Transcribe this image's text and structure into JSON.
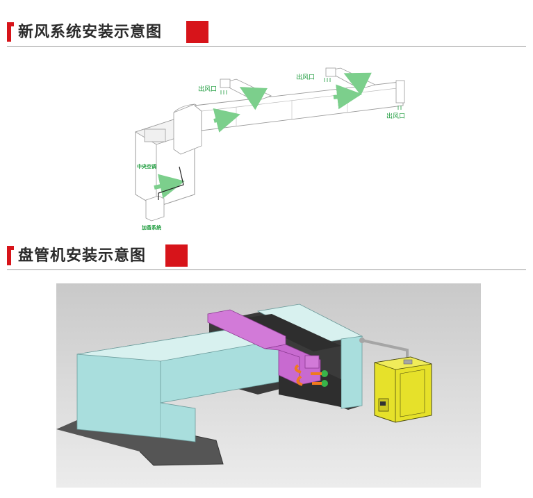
{
  "sections": [
    {
      "title": "新风系统安装示意图",
      "accent_color": "#d7141a"
    },
    {
      "title": "盘管机安装示意图",
      "accent_color": "#d7141a"
    }
  ],
  "fresh_air_diagram": {
    "labels": {
      "outlet_left": "出风口",
      "outlet_middle": "出风口",
      "outlet_right": "出风口",
      "central_ac": "中央空调",
      "fragrance_system": "加香系统"
    },
    "colors": {
      "label_green": "#1a9a3a",
      "arrow_green": "#7ccf8c",
      "duct_outline": "#9a9a9a"
    }
  },
  "fcu_diagram": {
    "colors": {
      "background": "#dcdcdc",
      "ac_unit_body": "#a9dedd",
      "ac_unit_top": "#d8f1ef",
      "duct": "#d27ad8",
      "duct_band": "#333333",
      "fragrance_box": "#e6e12a",
      "pipe": "#a5a5a5",
      "valve_orange": "#f07a1e",
      "valve_green": "#38b44a",
      "base_shadow": "#4d4d4d"
    }
  }
}
